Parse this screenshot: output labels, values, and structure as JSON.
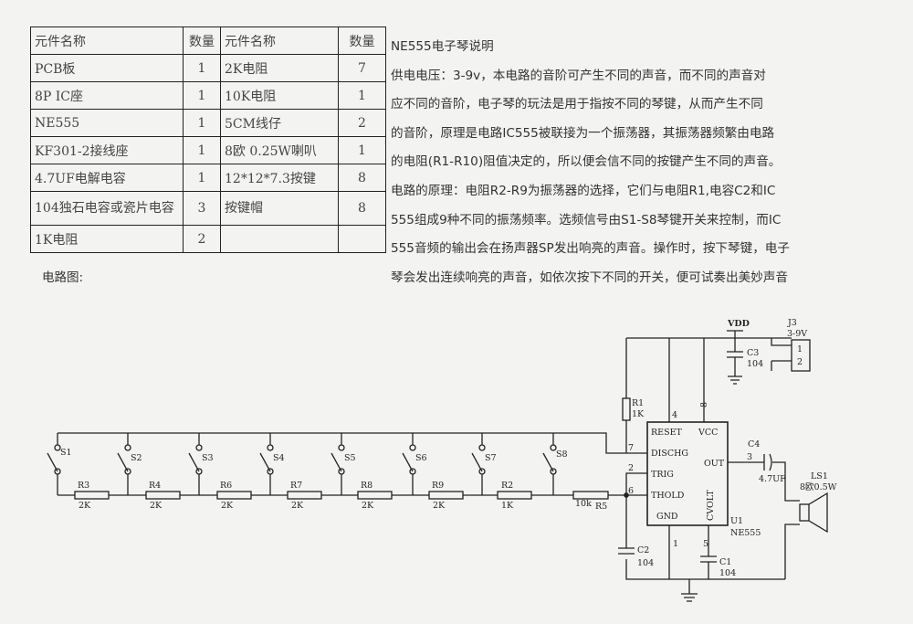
{
  "bom": {
    "header": [
      "元件名称",
      "数量",
      "元件名称",
      "数量"
    ],
    "rows": [
      [
        "PCB板",
        "1",
        "2K电阻",
        "7"
      ],
      [
        "8P IC座",
        "1",
        "10K电阻",
        "1"
      ],
      [
        "NE555",
        "1",
        "5CM线仔",
        "2"
      ],
      [
        "KF301-2接线座",
        "1",
        "8欧 0.25W喇叭",
        "1"
      ],
      [
        "4.7UF电解电容",
        "1",
        "12*12*7.3按键",
        "8"
      ],
      [
        "104独石电容或瓷片电容",
        "3",
        "按键帽",
        "8"
      ],
      [
        "1K电阻",
        "2",
        "",
        ""
      ]
    ]
  },
  "description": {
    "title": "NE555电子琴说明",
    "lines": [
      "供电电压：3-9v，本电路的音阶可产生不同的声音，而不同的声音对",
      "应不同的音阶，电子琴的玩法是用于指按不同的琴键，从而产生不同",
      "的音阶，原理是电路IC555被联接为一个振荡器，其振荡器频繁由电路",
      "的电阻(R1-R10)阻值决定的，所以便会信不同的按键产生不同的声音。",
      "电路的原理：电阻R2-R9为振荡器的选择，它们与电阻R1,电容C2和IC",
      "555组成9种不同的振荡频率。选频信号由S1-S8琴键开关来控制，而IC",
      "555音频的输出会在扬声器SP发出响亮的声音。操作时，按下琴键，电子",
      "琴会发出连续响亮的声音，如依次按下不同的开关，便可试奏出美妙声音"
    ]
  },
  "circuit_label": "电路图:",
  "schematic": {
    "switches": [
      "S1",
      "S2",
      "S3",
      "S4",
      "S5",
      "S6",
      "S7",
      "S8"
    ],
    "resistors": [
      {
        "ref": "R3",
        "value": "2K"
      },
      {
        "ref": "R4",
        "value": "2K"
      },
      {
        "ref": "R6",
        "value": "2K"
      },
      {
        "ref": "R7",
        "value": "2K"
      },
      {
        "ref": "R8",
        "value": "2K"
      },
      {
        "ref": "R9",
        "value": "2K"
      },
      {
        "ref": "R2",
        "value": "1K"
      }
    ],
    "r5": {
      "ref": "R5",
      "value": "10k"
    },
    "r1": {
      "ref": "R1",
      "value": "1K"
    },
    "vdd": "VDD",
    "c3": {
      "ref": "C3",
      "value": "104"
    },
    "j3": {
      "ref": "J3",
      "value": "3-9V",
      "pin1": "1",
      "pin2": "2"
    },
    "ic": {
      "ref": "U1",
      "part": "NE555",
      "pins": {
        "reset": "RESET",
        "vcc": "VCC",
        "discharge": "DISCHG",
        "trig": "TRIG",
        "thold": "THOLD",
        "gnd": "GND",
        "out": "OUT",
        "cvolt": "CVOLT"
      },
      "pin_numbers": {
        "p4": "4",
        "p8": "8",
        "p7": "7",
        "p2": "2",
        "p6": "6",
        "p1": "1",
        "p5": "5",
        "p3": "3"
      }
    },
    "c4": {
      "ref": "C4",
      "value": "4.7UF"
    },
    "ls1": {
      "ref": "LS1",
      "value": "8欧0.5W"
    },
    "c2": {
      "ref": "C2",
      "value": "104"
    },
    "c1": {
      "ref": "C1",
      "value": "104"
    }
  }
}
